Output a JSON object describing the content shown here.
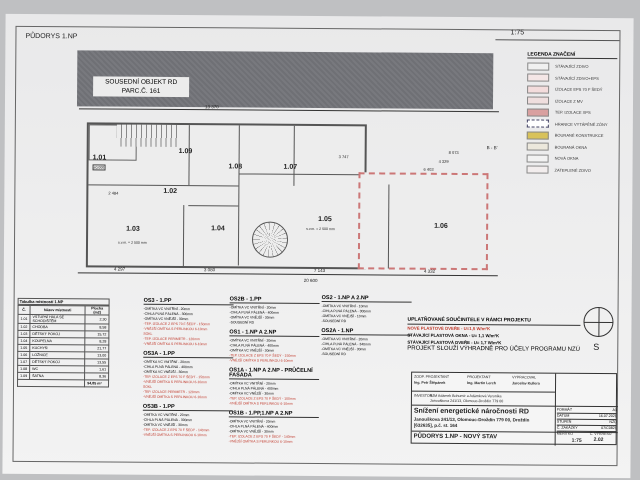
{
  "title": "PŮDORYS 1.NP",
  "scale": "1:75",
  "neighbor": {
    "line1": "SOUSEDNÍ OBJEKT RD",
    "line2": "PARC.Č. 161"
  },
  "rooms": [
    {
      "id": "1.01",
      "extra": "±0,000"
    },
    {
      "id": "1.02"
    },
    {
      "id": "1.03",
      "extra": "s.v.m. = 2 500 mm"
    },
    {
      "id": "1.04"
    },
    {
      "id": "1.05",
      "extra": "s.v.m. = 2 500 mm"
    },
    {
      "id": "1.06"
    },
    {
      "id": "1.07"
    },
    {
      "id": "1.08"
    },
    {
      "id": "1.09"
    }
  ],
  "dimensions": {
    "top": "13 370",
    "d1": "8 073",
    "d2": "4 329",
    "d3": "6 403",
    "d4": "3 747",
    "d5": "2 484",
    "b1": "4 297",
    "b2": "3 080",
    "b3": "7 143",
    "b4": "4 332",
    "total": "20 600",
    "section": "B - B'"
  },
  "legend": {
    "title": "LEGENDA ZNAČENÍ",
    "items": [
      {
        "label": "STÁVAJÍCÍ ZDIVO",
        "color": "#f0f0f0"
      },
      {
        "label": "STÁVAJÍCÍ ZDIVO+EPS",
        "color": "#f4e6e6"
      },
      {
        "label": "IZOLACE EPS 70 F ŠEDÝ",
        "color": "#f3dcdc"
      },
      {
        "label": "IZOLACE Z MV",
        "color": "#efdede"
      },
      {
        "label": "TEP. IZOLACE XPS",
        "color": "#d9a0a0"
      },
      {
        "label": "HRANICE VYTÁPĚNÉ ZÓNY",
        "color": "#ffffff"
      },
      {
        "label": "BOURANÉ KONSTRUKCE",
        "color": "#d8c25a"
      },
      {
        "label": "BOURANÁ OKNA",
        "color": "#ece8dc"
      },
      {
        "label": "NOVÁ OKNA",
        "color": "#f2f2f2"
      },
      {
        "label": "ZATEPLENÉ ZDIVO",
        "color": "#f2eded"
      }
    ]
  },
  "room_table": {
    "title": "Tabulka místností 1.NP",
    "headers": [
      "Č.",
      "Název místnosti",
      "Plocha (m2)"
    ],
    "rows": [
      [
        "1.01",
        "VSTUPNÍ HALA SE SCHODIŠTĚM",
        "2,30"
      ],
      [
        "1.02",
        "CHODBA",
        "8,58"
      ],
      [
        "1.03",
        "DĚTSKÝ POKOJ",
        "15,72"
      ],
      [
        "1.04",
        "KOUPELNA",
        "8,28"
      ],
      [
        "1.05",
        "KUCHYŇ",
        "21,77"
      ],
      [
        "1.06",
        "LOŽNICE",
        "13,00"
      ],
      [
        "1.07",
        "DĚTSKÝ POKOJ",
        "13,55"
      ],
      [
        "1.08",
        "WC",
        "1,61"
      ],
      [
        "1.09",
        "ŠATNA",
        "8,36"
      ]
    ],
    "total": "94,85 m²"
  },
  "compositions": [
    {
      "title": "OS3 - 1.PP",
      "lines": [
        "-OMÍTKA VC VNITŘNÍ - 20mm",
        "-CIHLA PLNÁ PÁLENÁ - 300mm",
        "-OMÍTKA VC VNĚJŠÍ - 30mm"
      ],
      "red": [
        "-TEP. IZOLACE Z EPS 70 F ŠEDÝ - 150mm",
        "-VNĚJŠÍ OMÍTKA S PERLINKOU 6-10mm",
        "SOKL",
        "-TEP. IZOLACE PERIMETR - 120mm",
        "-VNĚJŠÍ OMÍTKA S PERLINKOU 6-10mm"
      ]
    },
    {
      "title": "OS3A - 1.PP",
      "lines": [
        "-OMÍTKA VC VNITŘNÍ - 20mm",
        "-CIHLA PLNÁ PÁLENÁ - 400mm",
        "-OMÍTKA VC VNĚJŠÍ - 30mm"
      ],
      "red": [
        "-TEP. IZOLACE Z EPS 70 F ŠEDÝ - 150mm",
        "-VNĚJŠÍ OMÍTKA S PERLINKOU 6-10mm",
        "SOKL",
        "-TEP. IZOLACE PERIMETR - 120mm",
        "-VNĚJŠÍ OMÍTKA S PERLINKOU 6-10mm"
      ]
    },
    {
      "title": "OS3B - 1.PP",
      "lines": [
        "-OMÍTKA VC VNITŘNÍ - 20mm",
        "-CIHLA PLNÁ PÁLENÁ - 300mm",
        "-OMÍTKA VC VNĚJŠÍ - 30mm"
      ],
      "red": [
        "-TEP. IZOLACE Z EPS 70 F ŠEDÝ - 140mm",
        "-VNĚJŠÍ OMÍTKA S PERLINKOU 6-10mm"
      ]
    },
    {
      "title": "OS2B - 1.PP",
      "lines": [
        "-OMÍTKA VC VNITŘNÍ - 20mm",
        "-CIHLA PLNÁ PÁLENÁ - 400mm",
        "-OMÍTKA VC VNĚJŠÍ - 30mm",
        "-SOUSEDNÍ RD"
      ],
      "red": []
    },
    {
      "title": "OS1 - 1.NP A 2.NP",
      "lines": [
        "-OMÍTKA VC VNITŘNÍ - 20mm",
        "-CIHLA PLNÁ PÁLENÁ - 400mm",
        "-OMÍTKA VC VNĚJŠÍ - 30mm"
      ],
      "red": [
        "-TEP. IZOLACE Z EPS 70 F ŠEDÝ - 150mm",
        "-VNĚJŠÍ OMÍTKA S PERLINKOU 6-10mm"
      ]
    },
    {
      "title": "OS1A - 1.NP A 2.NP - PRŮČELNÍ FASÁDA",
      "lines": [
        "-OMÍTKA VC VNITŘNÍ - 20mm",
        "-CIHLA PLNÁ PÁLENÁ - 400mm",
        "-OMÍTKA VC VNĚJŠÍ - 30mm"
      ],
      "red": [
        "-TEP. IZOLACE Z EPS 70 F ŠEDÝ - 100mm",
        "-VNĚJŠÍ OMÍTKA S PERLINKOU 6-10mm"
      ]
    },
    {
      "title": "OS1B - 1.PP,1.NP A 2.NP",
      "lines": [
        "-OMÍTKA VC VNITŘNÍ - 20mm",
        "-CIHLA PLNÁ PÁLENÁ - 400mm",
        "-OMÍTKA VC VNĚJŠÍ - 30mm"
      ],
      "red": [
        "-TEP. IZOLACE Z EPS 70 F ŠEDÝ - 140mm",
        "-VNĚJŠÍ OMÍTKA S PERLINKOU 6-10mm"
      ]
    },
    {
      "title": "OS2 - 1.NP A 2.NP",
      "lines": [
        "-OMÍTKA VC VNITŘNÍ - 10mm",
        "-CIHLA PLNÁ PÁLENÁ - 300mm",
        "-OMÍTKA VC VNĚJŠÍ - 10mm",
        "-SOUSEDNÍ RD"
      ],
      "red": []
    },
    {
      "title": "OS2A - 1.NP",
      "lines": [
        "-OMÍTKA VC VNITŘNÍ - 20mm",
        "-CIHLA PLNÁ PÁLENÁ - 340mm",
        "-OMÍTKA VC VNĚJŠÍ - 30mm",
        "-SOUSEDNÍ RD"
      ],
      "red": []
    }
  ],
  "coefficients": {
    "title": "UPLATŇOVANÉ SOUČINITELE V RÁMCI PROJEKTU",
    "new_doors": "NOVÉ PLASTOVÉ DVEŘE - U=1,5 W/m²K",
    "windows": "STÁVAJÍCÍ PLASTOVÁ OKNA - U= 1,1 W/m²K",
    "doors": "STÁVAJÍCÍ PLASTOVÁ DVEŘE - U= 1,7 W/m²K",
    "note": "PROJEKT SLOUŽÍ VÝHRADNĚ PRO ÚČELY PROGRAMU NZÚ"
  },
  "compass": "S",
  "title_block": {
    "h1": "ZODP. PROJEKTANT",
    "v1": "Ing. Petr Štěpánek",
    "h2": "PROJEKTANT",
    "v2": "Ing. Martin Lerch",
    "h3": "VYPRACOVAL",
    "v3": "Jaroslav Kullera",
    "investor_label": "INVESTOR:",
    "investor": "SJM Adámek Bohumír a Adámková Veronika",
    "investor_addr": "Janouškova 241/13, Olomouc-Droždín 779 00",
    "project": "Snížení energetické náročnosti RD",
    "address": "Janouškova 241/13, Olomouc-Droždín 779 00, Droždín",
    "parcel": "[632635], p.č. st. 164",
    "drawing": "PŮDORYS 1.NP - NOVÝ STAV",
    "scale": "1:75",
    "fields": [
      [
        "FORMÁT",
        "A3"
      ],
      [
        "DATUM",
        "16.07.2021"
      ],
      [
        "STUPEŇ",
        "NZÚ"
      ],
      [
        "Č. ZAKÁZKY",
        "07/C0821"
      ]
    ],
    "sheet_label": "Č. VÝKRESU",
    "sheet": "2.02",
    "scale_label": "MĚŘÍTKO"
  }
}
